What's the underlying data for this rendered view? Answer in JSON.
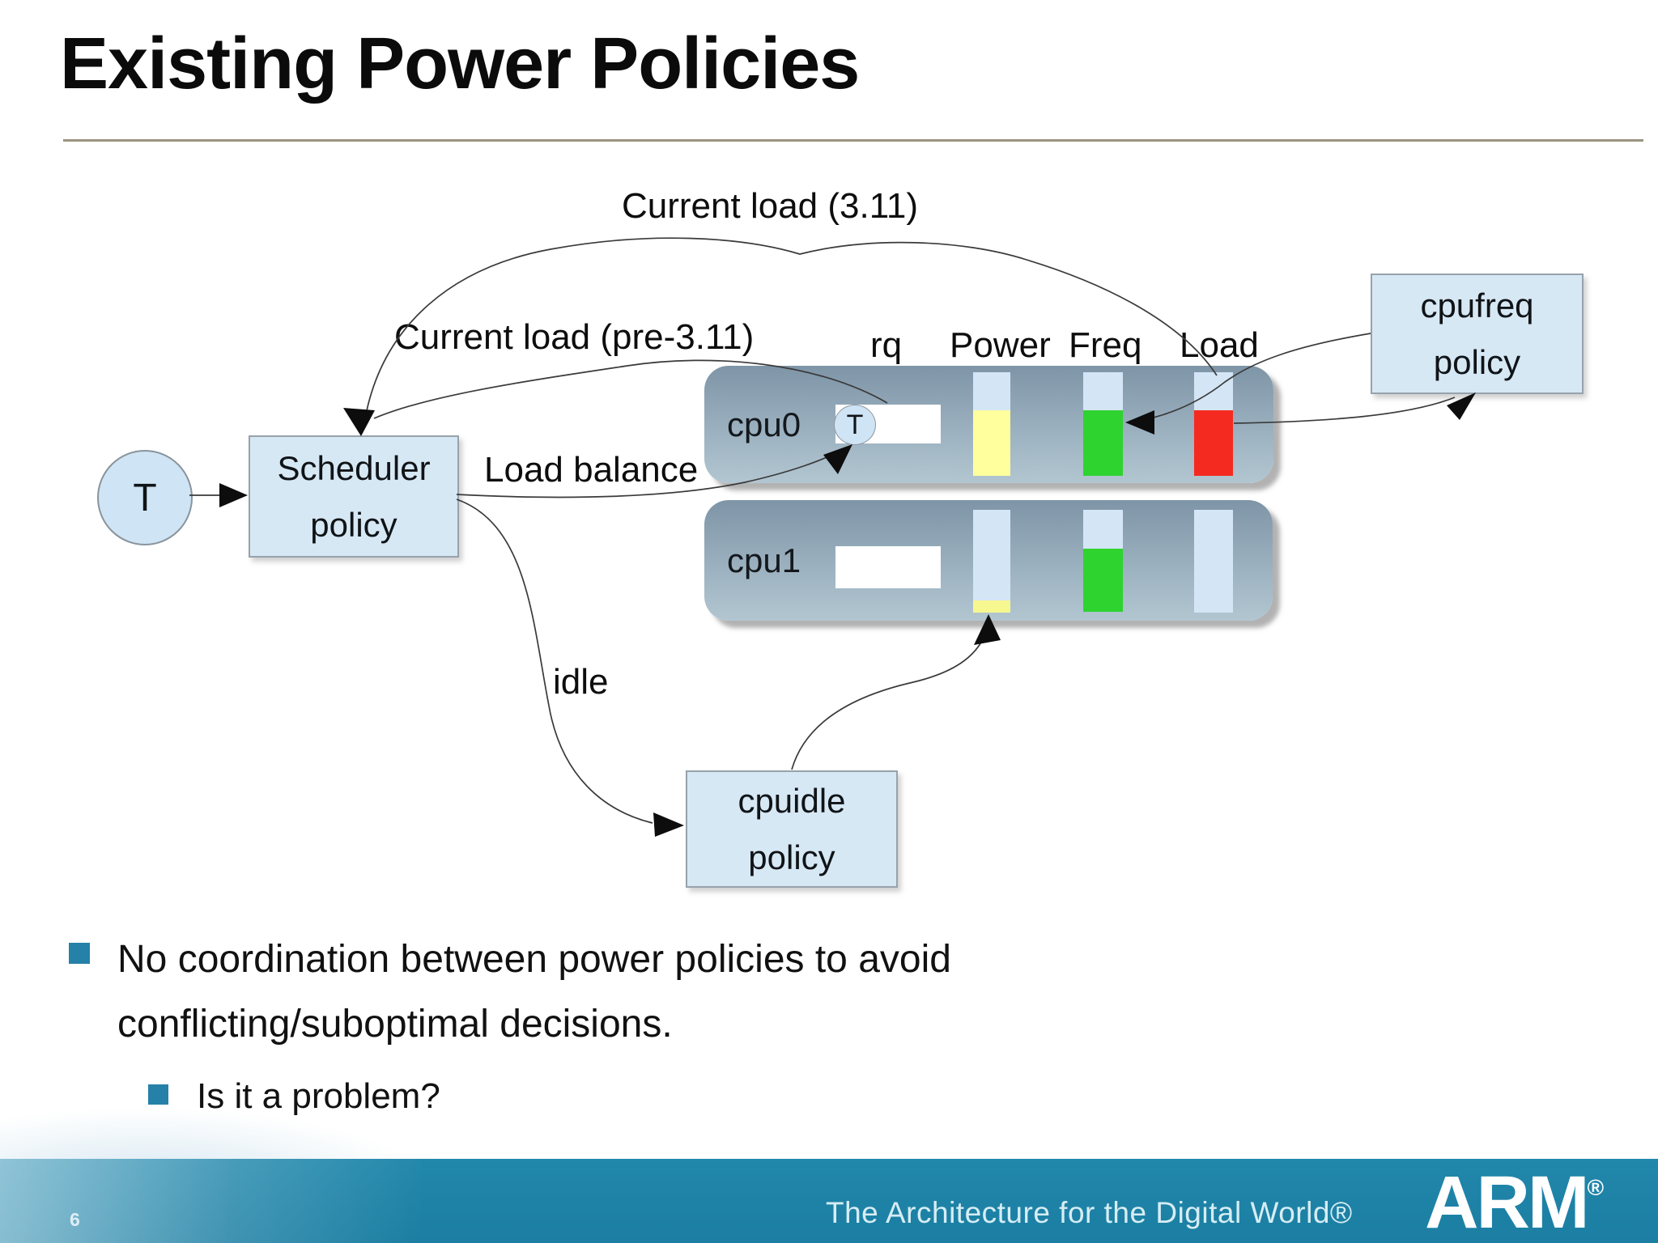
{
  "slide": {
    "title": "Existing Power Policies",
    "page_number": "6"
  },
  "diagram": {
    "arrow_labels": {
      "current_load_311": "Current load (3.11)",
      "current_load_pre311": "Current load (pre-3.11)",
      "load_balance": "Load balance",
      "idle": "idle"
    },
    "column_headers": {
      "rq": "rq",
      "power": "Power",
      "freq": "Freq",
      "load": "Load"
    },
    "task": {
      "label": "T"
    },
    "scheduler": {
      "line1": "Scheduler",
      "line2": "policy"
    },
    "cpufreq": {
      "line1": "cpufreq",
      "line2": "policy"
    },
    "cpuidle": {
      "line1": "cpuidle",
      "line2": "policy"
    },
    "cpus": [
      {
        "label": "cpu0",
        "runqueue_task": "T",
        "bars": {
          "power": {
            "fill": "63%",
            "color": "#ffff9e"
          },
          "freq": {
            "fill": "63%",
            "color": "#2fd32f"
          },
          "load": {
            "fill": "63%",
            "color": "#f42a20"
          }
        }
      },
      {
        "label": "cpu1",
        "runqueue_task": "",
        "bars": {
          "power": {
            "fill": "12%",
            "color": "#f7f78f"
          },
          "freq": {
            "fill": "62%",
            "color": "#2fd32f"
          },
          "load": {
            "fill": "0%",
            "color": "#d4e6f6"
          }
        }
      }
    ],
    "colors": {
      "bar_empty": "#d4e6f6",
      "node_fill": "#d7e8f5",
      "row_gradient_top": "#7e95a7",
      "row_gradient_bottom": "#b2c6d1",
      "bullet_accent": "#2581a8",
      "footer_teal": "#1c80a5"
    }
  },
  "bullets": {
    "main": "No coordination between power policies to avoid conflicting/suboptimal decisions.",
    "sub": "Is it a problem?"
  },
  "footer": {
    "tagline": "The Architecture for the Digital World®",
    "logo": "ARM",
    "registered": "®"
  }
}
